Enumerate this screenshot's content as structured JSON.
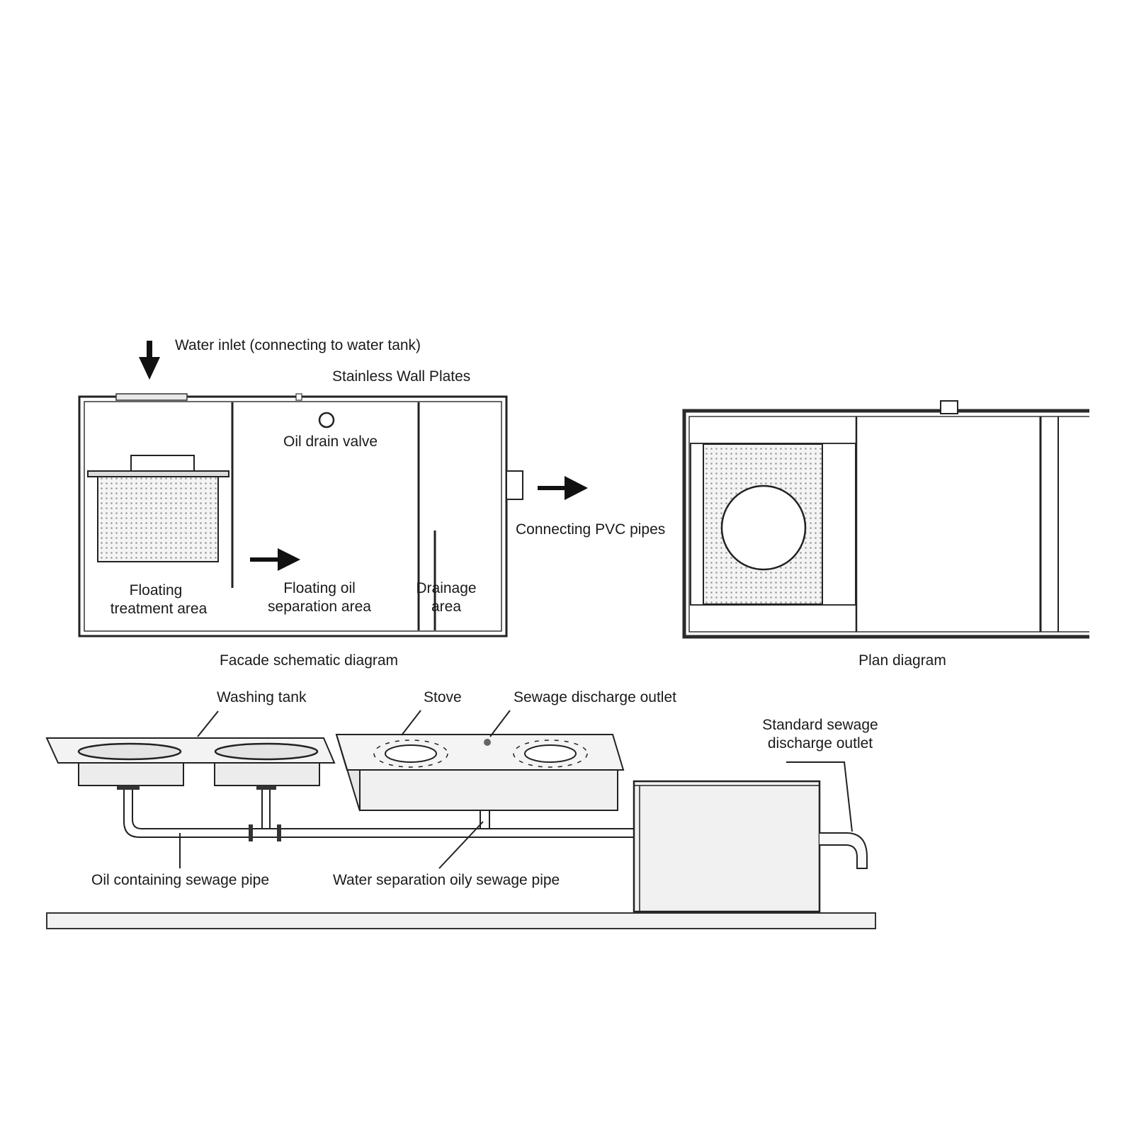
{
  "facade": {
    "caption": "Facade schematic diagram",
    "water_inlet": "Water inlet (connecting to water tank)",
    "wall_plates": "Stainless Wall Plates",
    "oil_drain_valve": "Oil drain valve",
    "floating_treatment": [
      "Floating",
      "treatment area"
    ],
    "floating_oil": [
      "Floating oil",
      "separation area"
    ],
    "drainage": [
      "Drainage",
      "area"
    ],
    "pvc_pipes": "Connecting PVC pipes"
  },
  "plan": {
    "caption": "Plan diagram"
  },
  "installation": {
    "washing_tank": "Washing tank",
    "stove": "Stove",
    "sewage_outlet": "Sewage discharge outlet",
    "standard_outlet": [
      "Standard sewage",
      "discharge outlet"
    ],
    "oil_pipe": "Oil containing sewage pipe",
    "water_sep_pipe": "Water separation oily sewage pipe"
  }
}
